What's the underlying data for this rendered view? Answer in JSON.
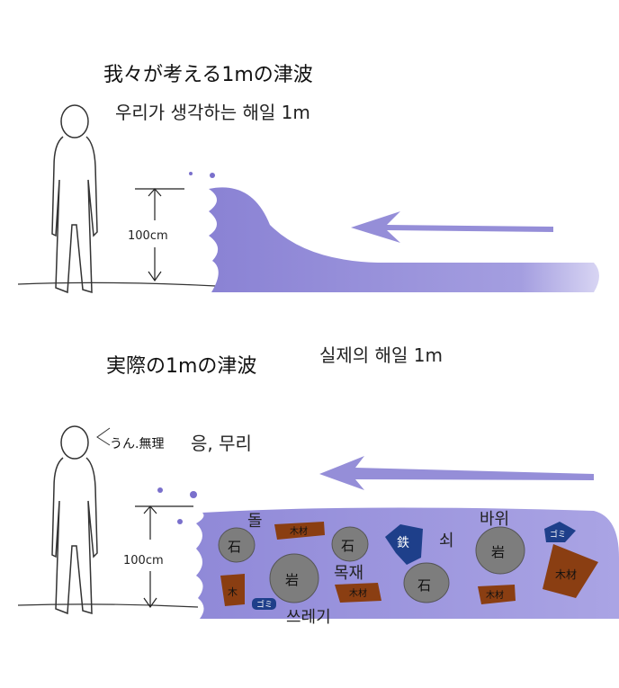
{
  "top_panel": {
    "title_jp": "我々が考える1mの津波",
    "title_ko": "우리가 생각하는 해일 1m",
    "height_label": "100cm"
  },
  "bottom_panel": {
    "title_jp": "実際の1mの津波",
    "title_ko": "실제의 해일 1m",
    "speech_jp": "うん.無理",
    "speech_ko": "응, 무리",
    "height_label": "100cm",
    "debris": {
      "stone": "石",
      "rock": "岩",
      "wood": "木材",
      "wood_short": "木",
      "iron": "鉄",
      "trash": "ゴミ"
    },
    "annotations": {
      "stone": "돌",
      "rock": "바위",
      "iron": "쇠",
      "wood": "목재",
      "trash": "쓰레기"
    }
  },
  "colors": {
    "water": "#8f86d6",
    "stone": "#7d7d7d",
    "wood": "#8a3e12",
    "iron": "#1e3f8a"
  }
}
